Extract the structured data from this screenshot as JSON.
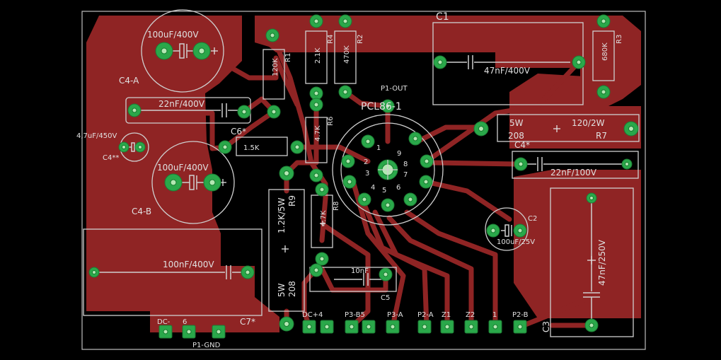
{
  "board": {
    "copper_color": "#8f2424",
    "pad_color": "#2aa84a",
    "silk_color": "#cfcfcf",
    "background": "#000000"
  },
  "components": {
    "c4a_value": "100uF/400V",
    "c4a_name": "C4-A",
    "c4b_value": "100uF/400V",
    "c4b_name": "C4-B",
    "c4star_small_value": "4,7uF/450V",
    "c4star_small_name": "C4**",
    "c22_top_value": "22nF/400V",
    "c6_name": "C6*",
    "r1_value": "120K",
    "r1_name": "R1",
    "r4_value": "2.1K",
    "r4_name": "R4",
    "r2_value": "470K",
    "r2_name": "R2",
    "r3_value": "680K",
    "r3_name": "R3",
    "c1_name": "C1",
    "c1_value": "47nF/400V",
    "p1out_name": "P1-OUT",
    "tube_name": "PCL86-1",
    "r6_value": "4.7K",
    "r6_name": "R6",
    "r5_value": "1.5K",
    "r7_value": "120/2W",
    "r7_name": "R7",
    "r7_power": "5W",
    "r7_series": "208",
    "c4star_name": "C4*",
    "c22_right_value": "22nF/100V",
    "r9_value": "1.2K/5W",
    "r9_name": "R9",
    "r9_power": "5W",
    "r9_series": "208",
    "r8_value": "4.7K",
    "r8_name": "R8",
    "c2_name": "C2",
    "c2_value": "100uF/25V",
    "c3_name": "C3",
    "c3_value": "47nF/250V",
    "c100n_value": "100nF/400V",
    "c7_name": "C7*",
    "c5_name": "C5",
    "c5_value": "10nF"
  },
  "tube_pins": [
    "1",
    "2",
    "3",
    "4",
    "5",
    "6",
    "7",
    "8",
    "9"
  ],
  "connectors": {
    "dc_minus": "DC-",
    "six": "6",
    "p1_gnd": "P1-GND",
    "dc_plus4": "DC+4",
    "p3_b5": "P3-B5",
    "p3_a": "P3-A",
    "p2_a": "P2-A",
    "z1": "Z1",
    "z2": "Z2",
    "one": "1",
    "p2_b": "P2-B"
  }
}
